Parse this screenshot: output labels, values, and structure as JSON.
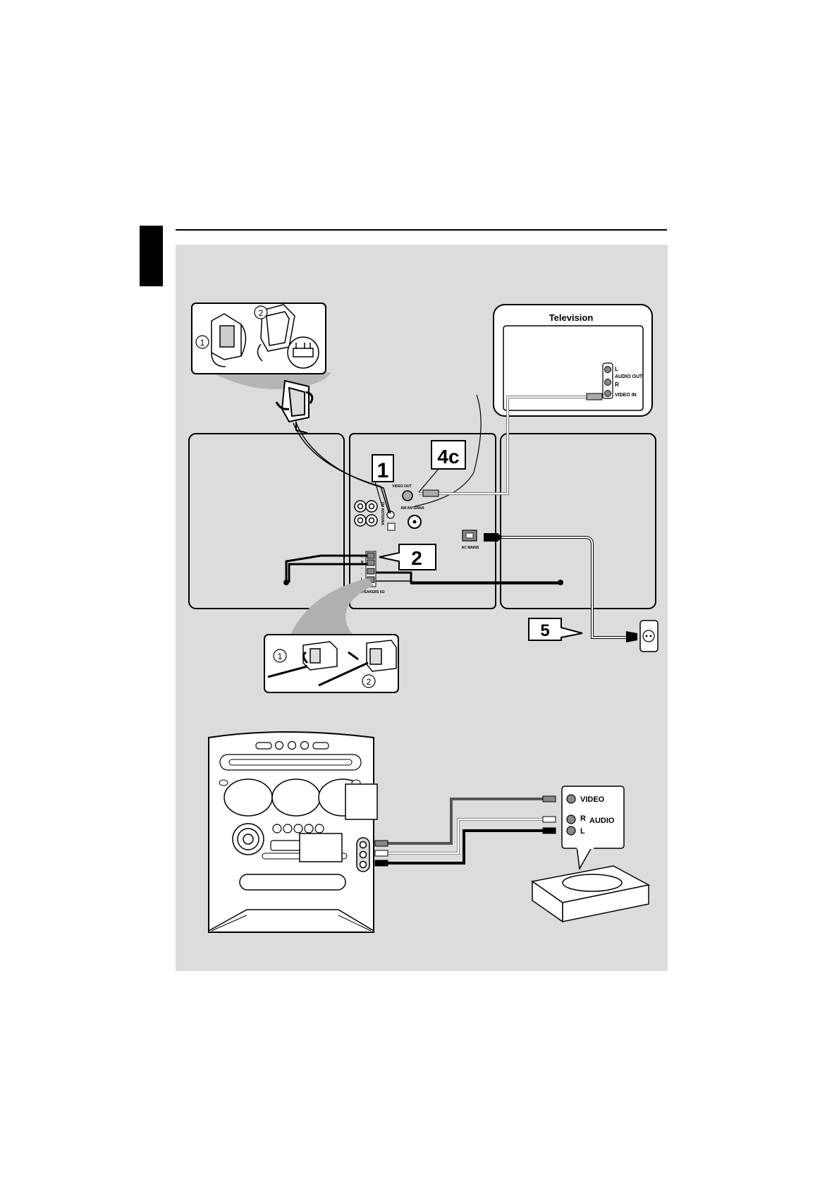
{
  "television": {
    "title": "Television",
    "jack_l": "L",
    "jack_audio_out": "AUDIO OUT",
    "jack_r": "R",
    "jack_video_in": "VIDEO IN"
  },
  "steps": {
    "step_1": "1",
    "step_2": "2",
    "step_4c": "4c",
    "step_5": "5"
  },
  "sub_steps": {
    "one": "1",
    "two": "2"
  },
  "rear_panel": {
    "video_out": "VIDEO OUT",
    "am_antenna": "AM ANTENNA",
    "fm_antenna": "FM ANTENNA",
    "ac_mains": "AC MAINS",
    "speakers": "SPEAKERS 6Ω"
  },
  "speaker_terminals": {
    "plus_r": "+",
    "r": "R",
    "minus_r": "-",
    "minus_l": "-",
    "l": "L",
    "plus_l": "+"
  },
  "external_device": {
    "video": "VIDEO",
    "r": "R",
    "audio": "AUDIO",
    "l": "L"
  }
}
